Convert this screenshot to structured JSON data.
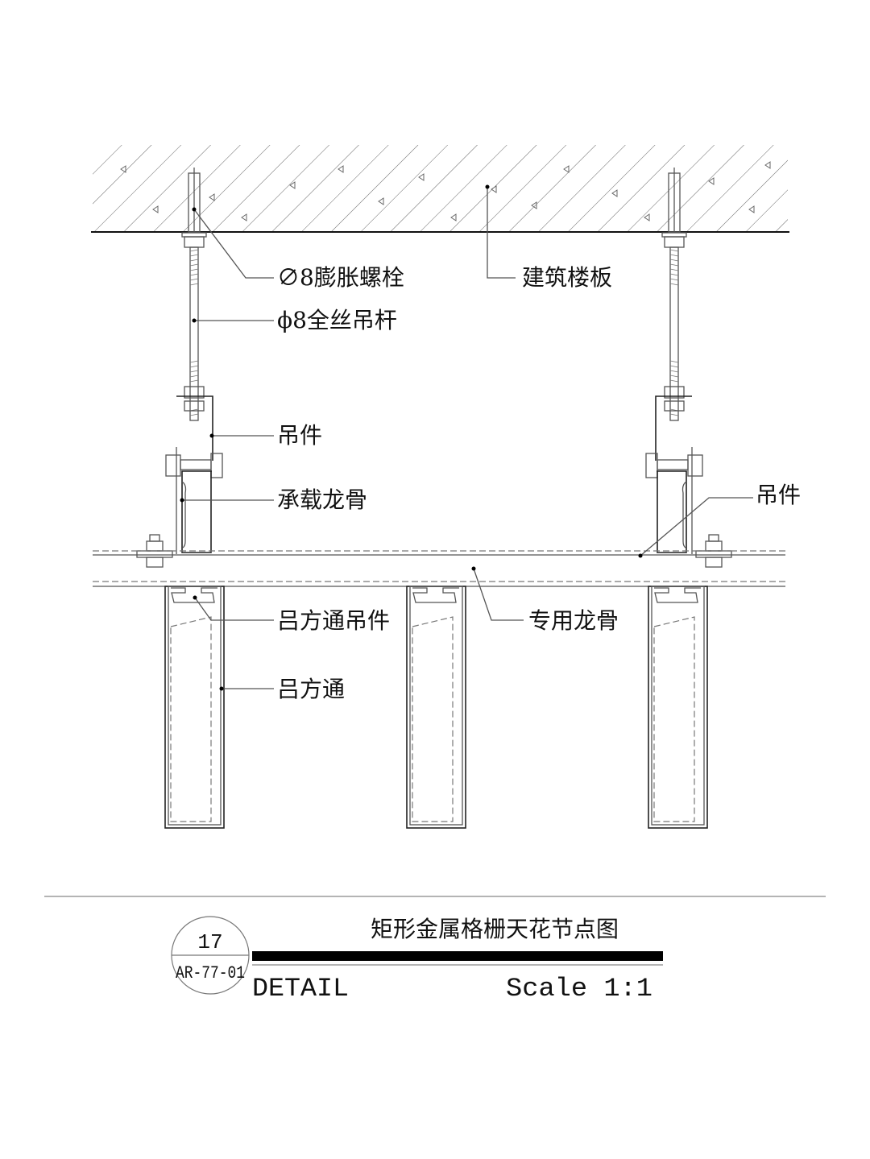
{
  "labels": {
    "expansion_bolt": "∅8膨胀螺栓",
    "floor_slab": "建筑楼板",
    "threaded_rod": "ϕ8全丝吊杆",
    "hanger_left": "吊件",
    "hanger_right": "吊件",
    "main_keel": "承载龙骨",
    "tube_hanger": "吕方通吊件",
    "special_keel": "专用龙骨",
    "square_tube": "吕方通"
  },
  "title_block": {
    "detail_number": "17",
    "sheet_ref": "AR-77-01",
    "title": "矩形金属格栅天花节点图",
    "detail_label": "DETAIL",
    "scale": "Scale 1:1"
  }
}
